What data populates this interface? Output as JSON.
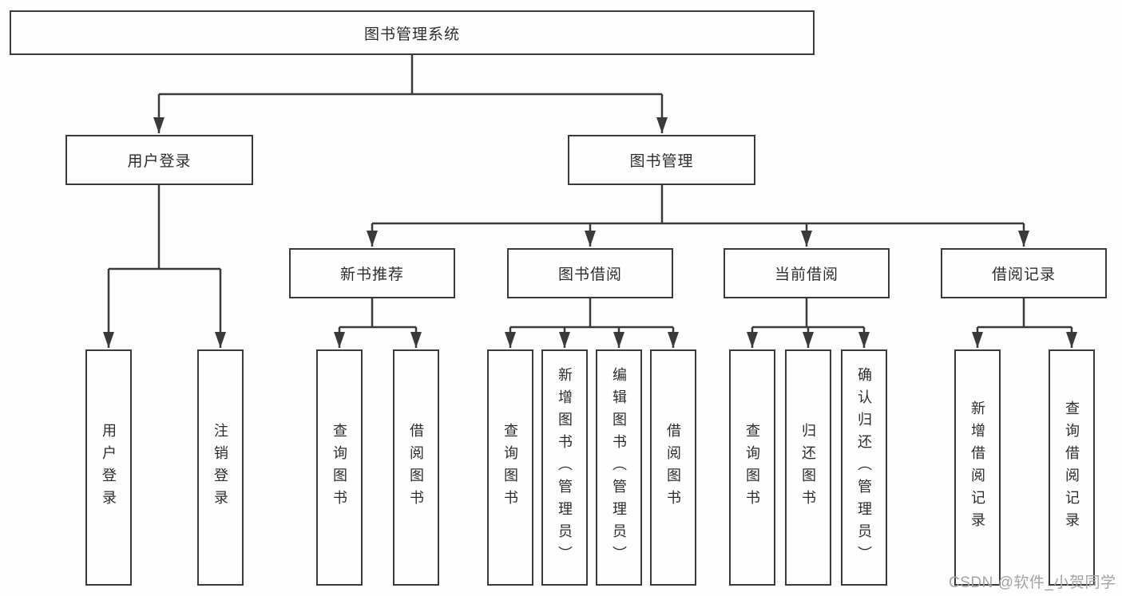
{
  "diagram_type": "hierarchy-tree",
  "colors": {
    "line": "#3a3a3a",
    "box_fill": "#fefefe",
    "text": "#2d2d2d",
    "watermark": "#a3a3a3"
  },
  "root": {
    "label": "图书管理系统"
  },
  "branches": {
    "user_login": {
      "label": "用户登录",
      "children": [
        {
          "label": "用户登录"
        },
        {
          "label": "注销登录"
        }
      ]
    },
    "book_mgmt": {
      "label": "图书管理",
      "sections": [
        {
          "label": "新书推荐",
          "children": [
            {
              "label": "查询图书"
            },
            {
              "label": "借阅图书"
            }
          ]
        },
        {
          "label": "图书借阅",
          "children": [
            {
              "label": "查询图书"
            },
            {
              "label": "新增图书（管理员）"
            },
            {
              "label": "编辑图书（管理员）"
            },
            {
              "label": "借阅图书"
            }
          ]
        },
        {
          "label": "当前借阅",
          "children": [
            {
              "label": "查询图书"
            },
            {
              "label": "归还图书"
            },
            {
              "label": "确认归还（管理员）"
            }
          ]
        },
        {
          "label": "借阅记录",
          "children": [
            {
              "label": "新增借阅记录"
            },
            {
              "label": "查询借阅记录"
            }
          ]
        }
      ]
    }
  },
  "watermark": "CSDN @软件_小贺同学"
}
